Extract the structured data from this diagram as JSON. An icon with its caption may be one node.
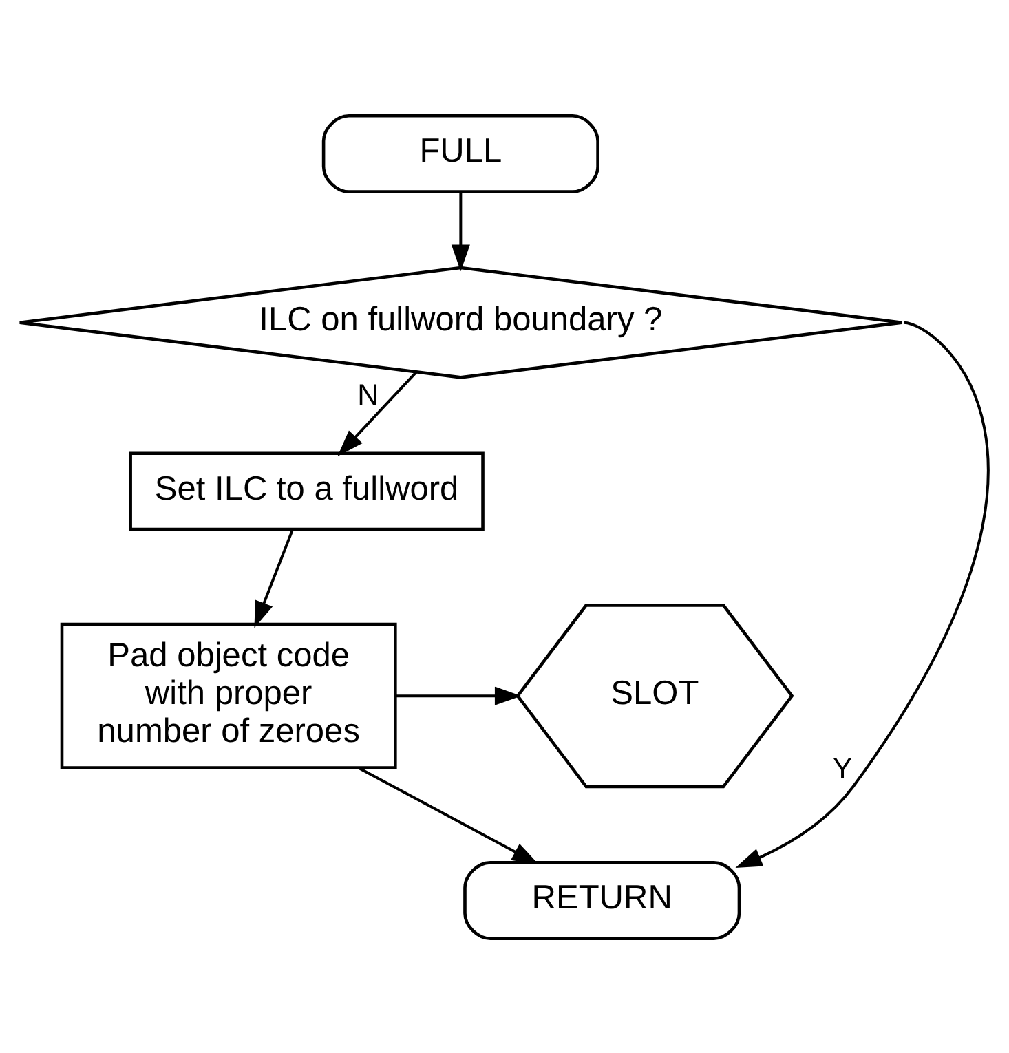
{
  "diagram": {
    "nodes": [
      {
        "text": [
          "FULL"
        ]
      },
      {
        "text": [
          "ILC on fullword boundary ?"
        ]
      },
      {
        "text": [
          "Set ILC to a fullword"
        ]
      },
      {
        "text": [
          "Pad object code with proper number of zeroes"
        ]
      },
      {
        "text": [
          "SLOT"
        ]
      },
      {
        "text": [
          "RETURN"
        ]
      }
    ],
    "edges": [
      {
        "from": 0,
        "to": 1,
        "arrow": "to"
      },
      {
        "from": 1,
        "to": 5,
        "arrow": "to",
        "label": "Y"
      },
      {
        "from": 1,
        "to": 2,
        "arrow": "to",
        "label": "N"
      },
      {
        "from": 2,
        "to": 3,
        "arrow": "to"
      },
      {
        "from": 3,
        "to": 4,
        "arrow": "to"
      },
      {
        "from": 3,
        "to": 5,
        "arrow": "to"
      }
    ]
  }
}
